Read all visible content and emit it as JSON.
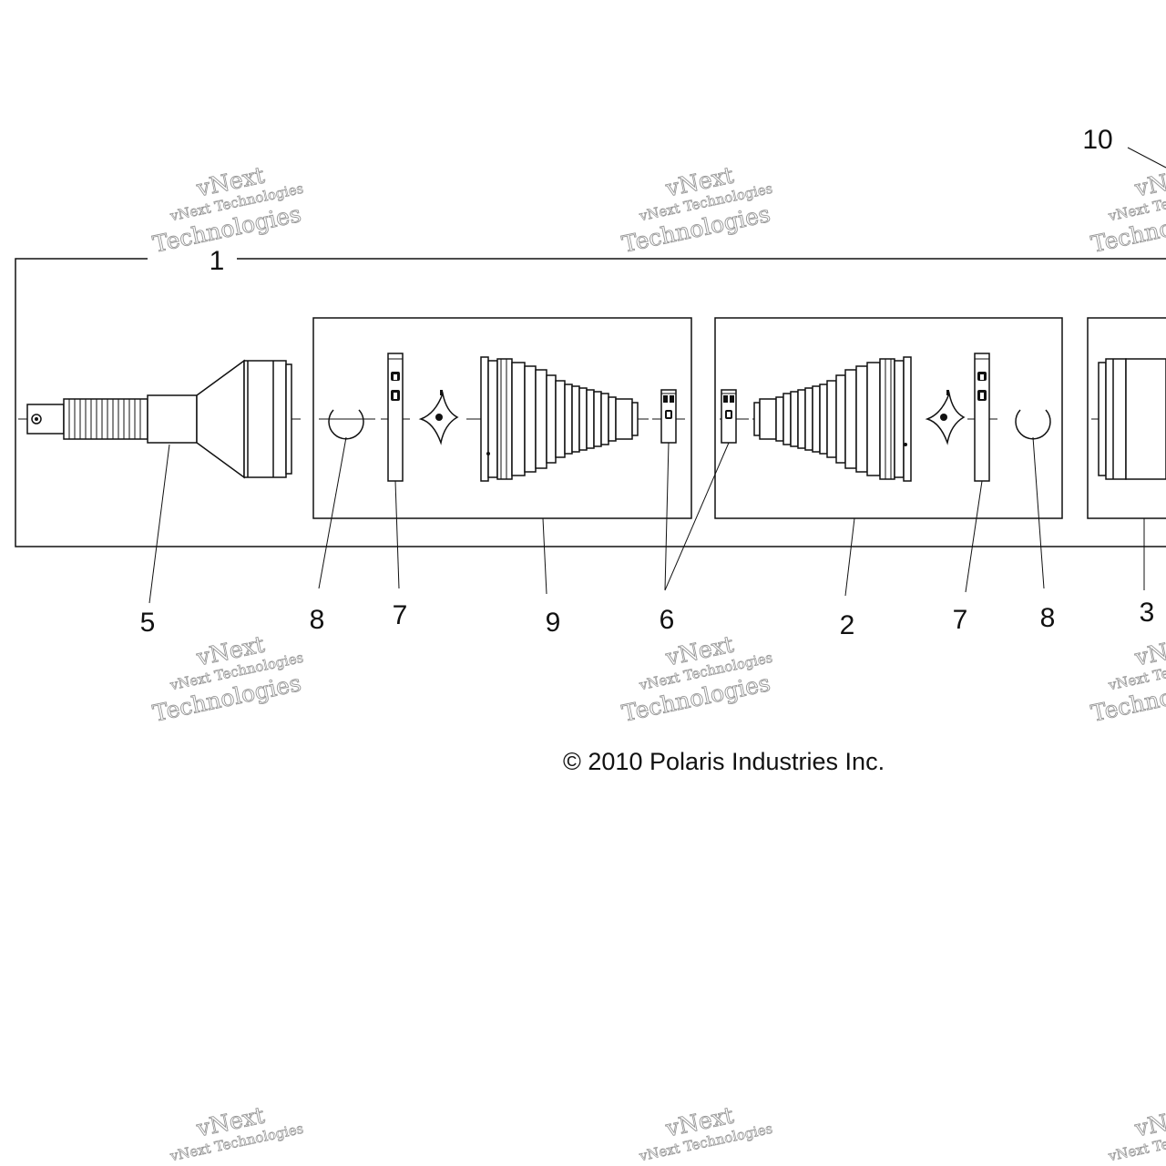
{
  "diagram": {
    "callouts": [
      {
        "id": "label-1",
        "text": "1"
      },
      {
        "id": "label-2",
        "text": "2"
      },
      {
        "id": "label-3",
        "text": "3"
      },
      {
        "id": "label-5",
        "text": "5"
      },
      {
        "id": "label-6",
        "text": "6"
      },
      {
        "id": "label-7a",
        "text": "7"
      },
      {
        "id": "label-7b",
        "text": "7"
      },
      {
        "id": "label-8a",
        "text": "8"
      },
      {
        "id": "label-8b",
        "text": "8"
      },
      {
        "id": "label-9",
        "text": "9"
      },
      {
        "id": "label-10",
        "text": "10"
      }
    ],
    "copyright": "© 2010 Polaris Industries Inc.",
    "watermark": {
      "line1": "vNext Technologies",
      "line2": "Technologies",
      "line3": "vNext"
    }
  }
}
